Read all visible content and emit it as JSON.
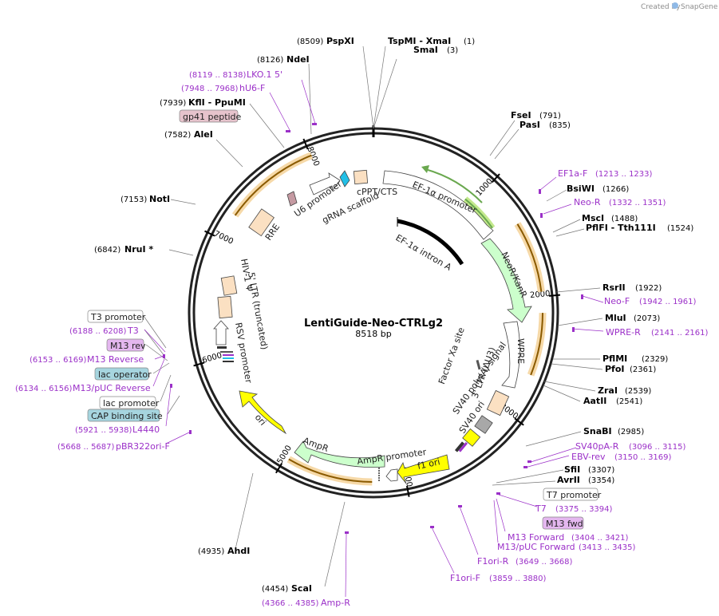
{
  "credit": "Created by",
  "brand": "SnapGene",
  "plasmid": {
    "name": "LentiGuide-Neo-CTRLg2",
    "size": "8518 bp"
  },
  "ticks": [
    "1000",
    "2000",
    "3000",
    "4000",
    "5000",
    "6000",
    "7000",
    "8000"
  ],
  "sites": [
    {
      "name": "PspXI",
      "pos": "(8509)"
    },
    {
      "name": "TspMI  - XmaI",
      "pos": "(1)"
    },
    {
      "name": "SmaI",
      "pos": "(3)"
    },
    {
      "name": "NdeI",
      "pos": "(8126)"
    },
    {
      "name": "KflI  - PpuMI",
      "pos": "(7939)"
    },
    {
      "name": "AleI",
      "pos": "(7582)"
    },
    {
      "name": "NotI",
      "pos": "(7153)"
    },
    {
      "name": "NruI *",
      "pos": "(6842)"
    },
    {
      "name": "FseI",
      "pos": "(791)"
    },
    {
      "name": "PasI",
      "pos": "(835)"
    },
    {
      "name": "BsiWI",
      "pos": "(1266)"
    },
    {
      "name": "MscI",
      "pos": "(1488)"
    },
    {
      "name": "PflFI  - Tth111I",
      "pos": "(1524)"
    },
    {
      "name": "RsrII",
      "pos": "(1922)"
    },
    {
      "name": "MluI",
      "pos": "(2073)"
    },
    {
      "name": "PflMI",
      "pos": "(2329)"
    },
    {
      "name": "PfoI",
      "pos": "(2361)"
    },
    {
      "name": "ZraI",
      "pos": "(2539)"
    },
    {
      "name": "AatII",
      "pos": "(2541)"
    },
    {
      "name": "SnaBI",
      "pos": "(2985)"
    },
    {
      "name": "SfiI",
      "pos": "(3307)"
    },
    {
      "name": "AvrII",
      "pos": "(3354)"
    },
    {
      "name": "AhdI",
      "pos": "(4935)"
    },
    {
      "name": "ScaI",
      "pos": "(4454)"
    }
  ],
  "primers": [
    {
      "name": "LKO.1 5'",
      "pos": "(8119 .. 8138)"
    },
    {
      "name": "hU6-F",
      "pos": "(7948 .. 7968)"
    },
    {
      "name": "EF1a-F",
      "pos": "(1213 .. 1233)"
    },
    {
      "name": "Neo-R",
      "pos": "(1332 .. 1351)"
    },
    {
      "name": "Neo-F",
      "pos": "(1942 .. 1961)"
    },
    {
      "name": "WPRE-R",
      "pos": "(2141 .. 2161)"
    },
    {
      "name": "SV40pA-R",
      "pos": "(3096 .. 3115)"
    },
    {
      "name": "EBV-rev",
      "pos": "(3150 .. 3169)"
    },
    {
      "name": "T7",
      "pos": "(3375 .. 3394)"
    },
    {
      "name": "M13 Forward",
      "pos": "(3404 .. 3421)"
    },
    {
      "name": "M13/pUC Forward",
      "pos": "(3413 .. 3435)"
    },
    {
      "name": "F1ori-R",
      "pos": "(3649 .. 3668)"
    },
    {
      "name": "F1ori-F",
      "pos": "(3859 .. 3880)"
    },
    {
      "name": "Amp-R",
      "pos": "(4366 .. 4385)"
    },
    {
      "name": "pBR322ori-F",
      "pos": "(5668 .. 5687)"
    },
    {
      "name": "L4440",
      "pos": "(5921 .. 5938)"
    },
    {
      "name": "M13/pUC Reverse",
      "pos": "(6134 .. 6156)"
    },
    {
      "name": "M13 Reverse",
      "pos": "(6153 .. 6169)"
    },
    {
      "name": "T3",
      "pos": "(6188 .. 6208)"
    }
  ],
  "boxed_labels": [
    {
      "text": "gp41 peptide",
      "fill": "#e6c3cc"
    },
    {
      "text": "T3 promoter",
      "fill": "#ffffff"
    },
    {
      "text": "M13 rev",
      "fill": "#e4b7ef"
    },
    {
      "text": "lac operator",
      "fill": "#a6d5df"
    },
    {
      "text": "lac promoter",
      "fill": "#ffffff"
    },
    {
      "text": "CAP binding site",
      "fill": "#a6d5df"
    },
    {
      "text": "T7 promoter",
      "fill": "#ffffff"
    },
    {
      "text": "M13 fwd",
      "fill": "#e4b7ef"
    }
  ],
  "features": [
    "EF-1α promoter",
    "EF-1α intron A",
    "NeoR/KanR",
    "WPRE",
    "Factor Xa site",
    "3' LTR (ΔU3)",
    "SV40 poly(A) signal",
    "SV40 ori",
    "f1 ori",
    "AmpR promoter",
    "AmpR",
    "ori",
    "RSV promoter",
    "5' LTR (truncated)",
    "HIV-1 Ψ",
    "RRE",
    "U6 promoter",
    "gRNA scaffold",
    "cPPT/CTS"
  ],
  "colors": {
    "promoter": "#ffffff",
    "neo": "#ccffcc",
    "ori": "#ffff00",
    "rre": "#fbe0c2",
    "cyan": "#22bfe6",
    "primer": "#9b30c8",
    "orf_stroke": "#8a5a00",
    "orf_glow": "#f6d9a8",
    "green_glow": "#c3e88c",
    "grey": "#a8a8a8"
  }
}
